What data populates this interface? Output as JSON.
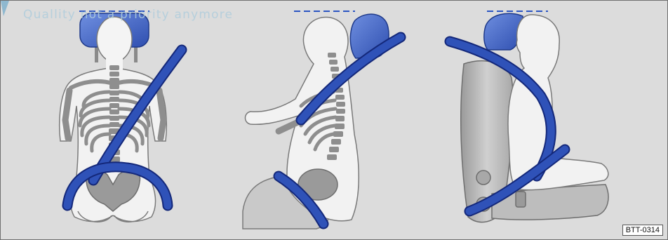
{
  "watermark": {
    "text": "Quallity not a priority anymore"
  },
  "figure": {
    "code": "BTT-0314",
    "panels": [
      {
        "view": "front"
      },
      {
        "view": "side-leaning-forward"
      },
      {
        "view": "side-seated"
      }
    ]
  },
  "colors": {
    "background": "#dcdcdc",
    "belt": "#2f52b8",
    "belt_edge": "#14287a",
    "headrest": "#4a6fd0",
    "body": "#f3f3f3",
    "bone": "#8e8e8e",
    "seat": "#b9b9b9",
    "guide_dash": "#2b55c2"
  }
}
